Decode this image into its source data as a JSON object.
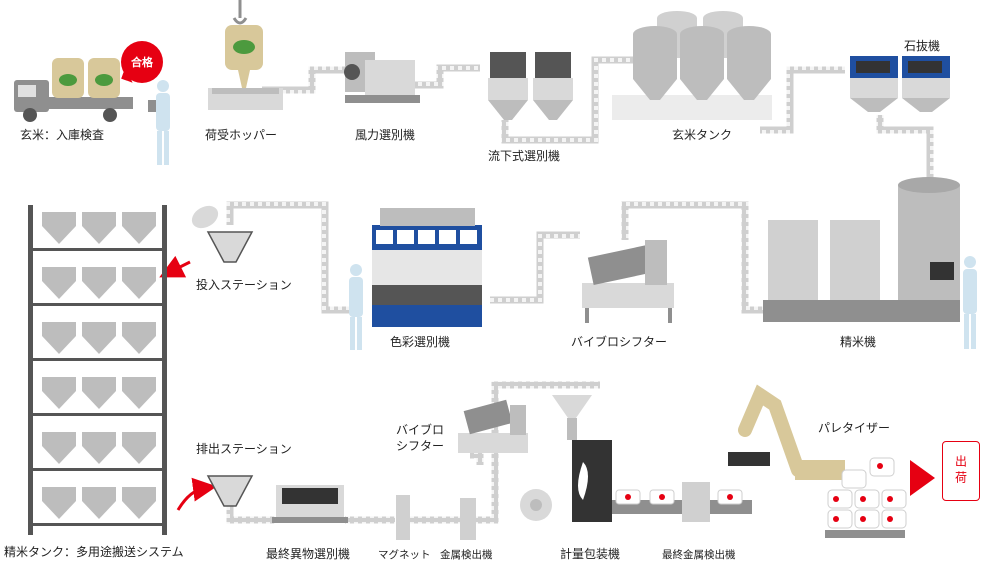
{
  "labels": {
    "inspection": "玄米：入庫検査",
    "pass_badge": "合格",
    "hopper": "荷受ホッパー",
    "wind_separator": "風力選別機",
    "flow_separator": "流下式選別機",
    "brown_rice_tank": "玄米タンク",
    "destoner": "石抜機",
    "input_station": "投入ステーション",
    "color_sorter": "色彩選別機",
    "vibro_sifter": "バイブロシフター",
    "polisher": "精米機",
    "polished_tank": "精米タンク：多用途搬送システム",
    "output_station": "排出ステーション",
    "vibro_sifter2_line1": "バイブロ",
    "vibro_sifter2_line2": "シフター",
    "final_foreign_sorter": "最終異物選別機",
    "magnet": "マグネット",
    "metal_detector": "金属検出機",
    "weigh_pack": "計量包装機",
    "final_metal_detector": "最終金属検出機",
    "palletizer": "パレタイザー",
    "shipping": "出荷"
  },
  "colors": {
    "machine_light": "#d9d9d9",
    "machine_mid": "#bdbdbd",
    "machine_dark": "#8c8c8c",
    "conveyor": "#c8c8c8",
    "accent_red": "#e60012",
    "sorter_blue": "#1f4fa0",
    "worker": "#cfe3ef",
    "leaf_green": "#4c9a3e",
    "sack": "#d8c89a"
  }
}
